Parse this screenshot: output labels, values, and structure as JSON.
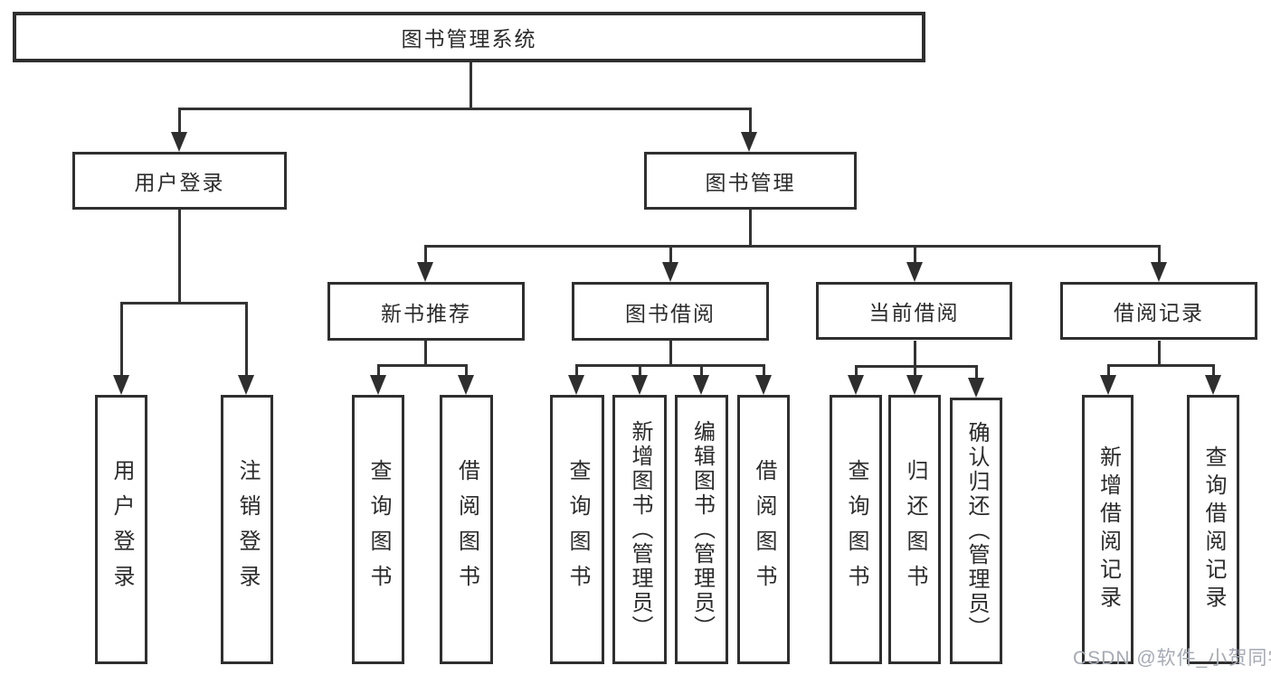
{
  "diagram": {
    "root": "图书管理系统",
    "level2": [
      "用户登录",
      "图书管理"
    ],
    "level3": [
      "新书推荐",
      "图书借阅",
      "当前借阅",
      "借阅记录"
    ],
    "leaves": [
      "用户登录",
      "注销登录",
      "查询图书",
      "借阅图书",
      "查询图书",
      "新增图书（管理员）",
      "编辑图书（管理员）",
      "借阅图书",
      "查询图书",
      "归还图书",
      "确认归还（管理员）",
      "新增借阅记录",
      "查询借阅记录"
    ]
  },
  "watermark": "CSDN @软件_小贺同学",
  "colors": {
    "line": "#333333",
    "text": "#2b2b2b",
    "box_border": "#2f2f2f",
    "watermark": "#a6aab4",
    "background": "#ffffff"
  }
}
